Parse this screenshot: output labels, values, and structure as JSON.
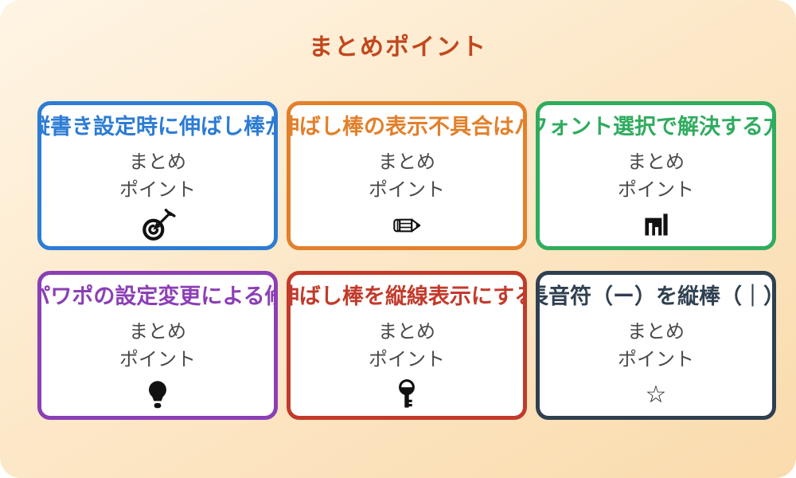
{
  "page": {
    "title": "まとめポイント",
    "title_color": "#C2471D",
    "background_gradient": [
      "#FFF5E5",
      "#FADBAD"
    ],
    "card_background": "#FFFFFF",
    "body_text_color": "#4A4A4A"
  },
  "cards": [
    {
      "title": "縦書き設定時に伸ばし棒が",
      "accent_color": "#2D7CD4",
      "body": [
        "まとめ",
        "ポイント"
      ],
      "icon": "target-dart"
    },
    {
      "title": "伸ばし棒の表示不具合はバ",
      "accent_color": "#E2802B",
      "body": [
        "まとめ",
        "ポイント"
      ],
      "icon": "pencil"
    },
    {
      "title": "フォント選択で解決する方",
      "accent_color": "#2FAC5E",
      "body": [
        "まとめ",
        "ポイント"
      ],
      "icon": "bar-chart"
    },
    {
      "title": "パワポの設定変更による修",
      "accent_color": "#8B3FB5",
      "body": [
        "まとめ",
        "ポイント"
      ],
      "icon": "lightbulb"
    },
    {
      "title": "伸ばし棒を縦線表示にする",
      "accent_color": "#C23A2B",
      "body": [
        "まとめ",
        "ポイント"
      ],
      "icon": "key"
    },
    {
      "title": "長音符（ー）を縦棒（｜）",
      "accent_color": "#2F4050",
      "body": [
        "まとめ",
        "ポイント"
      ],
      "icon": "star",
      "star_glyph": "☆"
    }
  ]
}
